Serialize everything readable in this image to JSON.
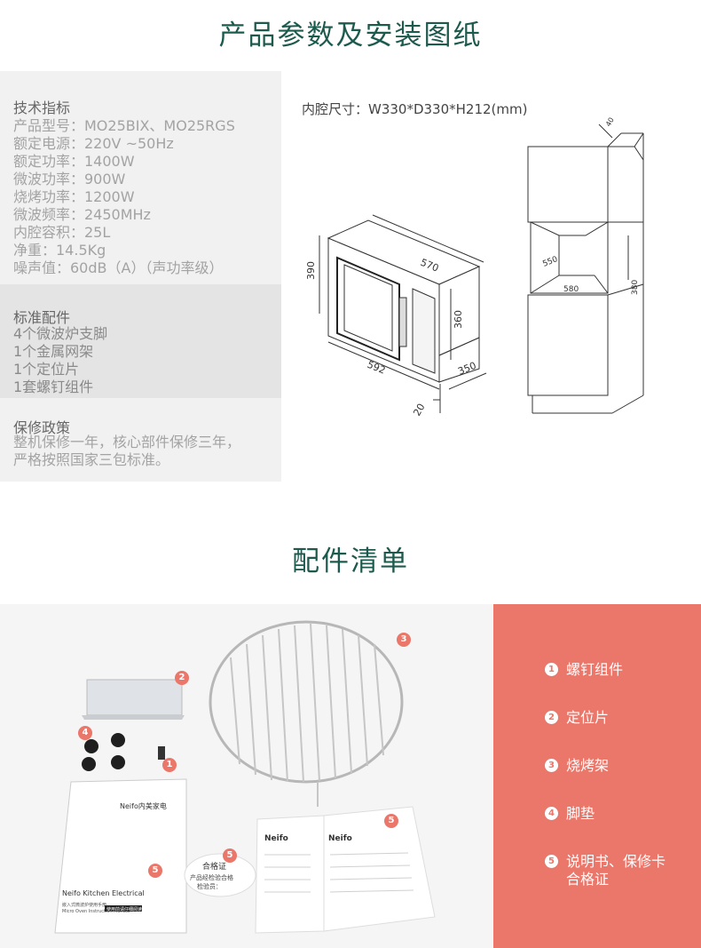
{
  "section1": {
    "title": "产品参数及安装图纸"
  },
  "specs": {
    "heading": "技术指标",
    "lines": [
      "产品型号：MO25BIX、MO25RGS",
      "额定电源：220V ~50Hz",
      "额定功率：1400W",
      "微波功率：900W",
      "烧烤功率：1200W",
      "微波频率：2450MHz",
      "内腔容积：25L",
      "净重：14.5Kg",
      "噪声值：60dB（A）（声功率级）"
    ]
  },
  "accessories_std": {
    "heading": "标准配件",
    "lines": [
      "4个微波炉支脚",
      "1个金属网架",
      "1个定位片",
      "1套螺钉组件"
    ]
  },
  "warranty": {
    "heading": "保修政策",
    "lines": [
      "整机保修一年，核心部件保修三年，",
      "严格按照国家三包标准。"
    ]
  },
  "drawing": {
    "cavity_caption": "内腔尺寸：W330*D330*H212(mm)",
    "dims": {
      "d570": "570",
      "d390": "390",
      "d360": "360",
      "d592": "592",
      "d350": "350",
      "d20": "20",
      "d40": "40",
      "d550": "550",
      "d580": "580",
      "d380": "380"
    }
  },
  "section2": {
    "title": "配件清单"
  },
  "legend": [
    {
      "num": "1",
      "label": "螺钉组件"
    },
    {
      "num": "2",
      "label": "定位片"
    },
    {
      "num": "3",
      "label": "烧烤架"
    },
    {
      "num": "4",
      "label": "脚垫"
    },
    {
      "num": "5",
      "label": "说明书、保修卡",
      "label2": "合格证"
    }
  ],
  "photo": {
    "manual_brand": "Neifo内美家电",
    "manual_company": "Neifo Kitchen Electrical",
    "manual_sub1": "嵌入式微波炉使用手册",
    "manual_sub2": "Micro Oven Instruction Manual",
    "manual_sub3": "使用前请仔细阅读",
    "card_brand_left": "Neifo",
    "card_brand_right": "Neifo",
    "cert_title": "合格证",
    "cert_line1": "产品经检验合格",
    "cert_line2": "检验员："
  },
  "colors": {
    "title": "#1d5a4e",
    "accent": "#eb766a"
  }
}
